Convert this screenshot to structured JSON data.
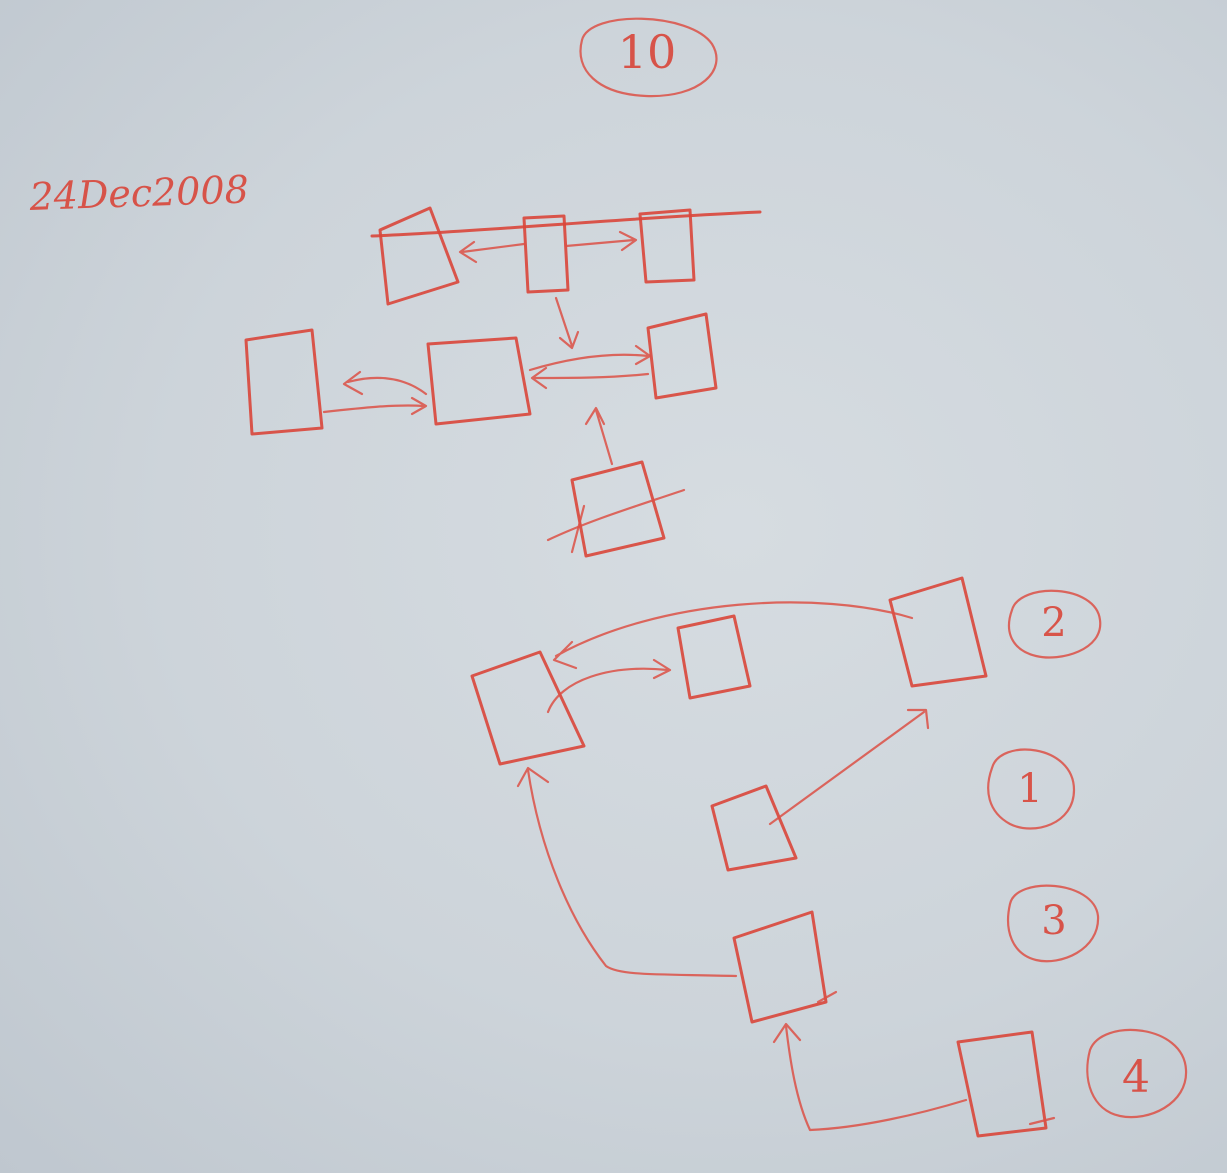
{
  "date_note": "24Dec2008",
  "steps": {
    "top": "10",
    "s1": "1",
    "s2": "2",
    "s3": "3",
    "s4": "4"
  },
  "colors": {
    "paper": "#cdd4da",
    "crayon": "#d9463a"
  }
}
